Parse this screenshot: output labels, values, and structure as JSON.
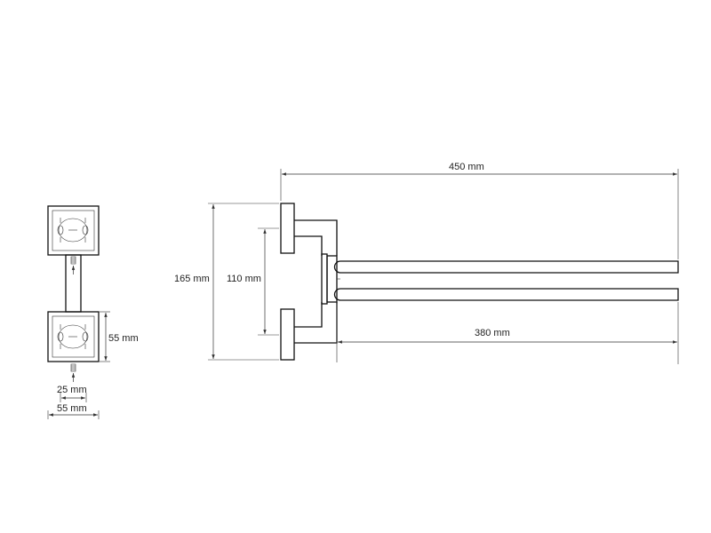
{
  "dimensions": {
    "total_length": "450 mm",
    "arm_length": "380 mm",
    "total_height": "165 mm",
    "bracket_spacing": "110 mm",
    "plate_height": "55 mm",
    "screw_spacing": "25 mm",
    "plate_width": "55 mm"
  },
  "colors": {
    "line": "#111111",
    "background": "#ffffff"
  }
}
